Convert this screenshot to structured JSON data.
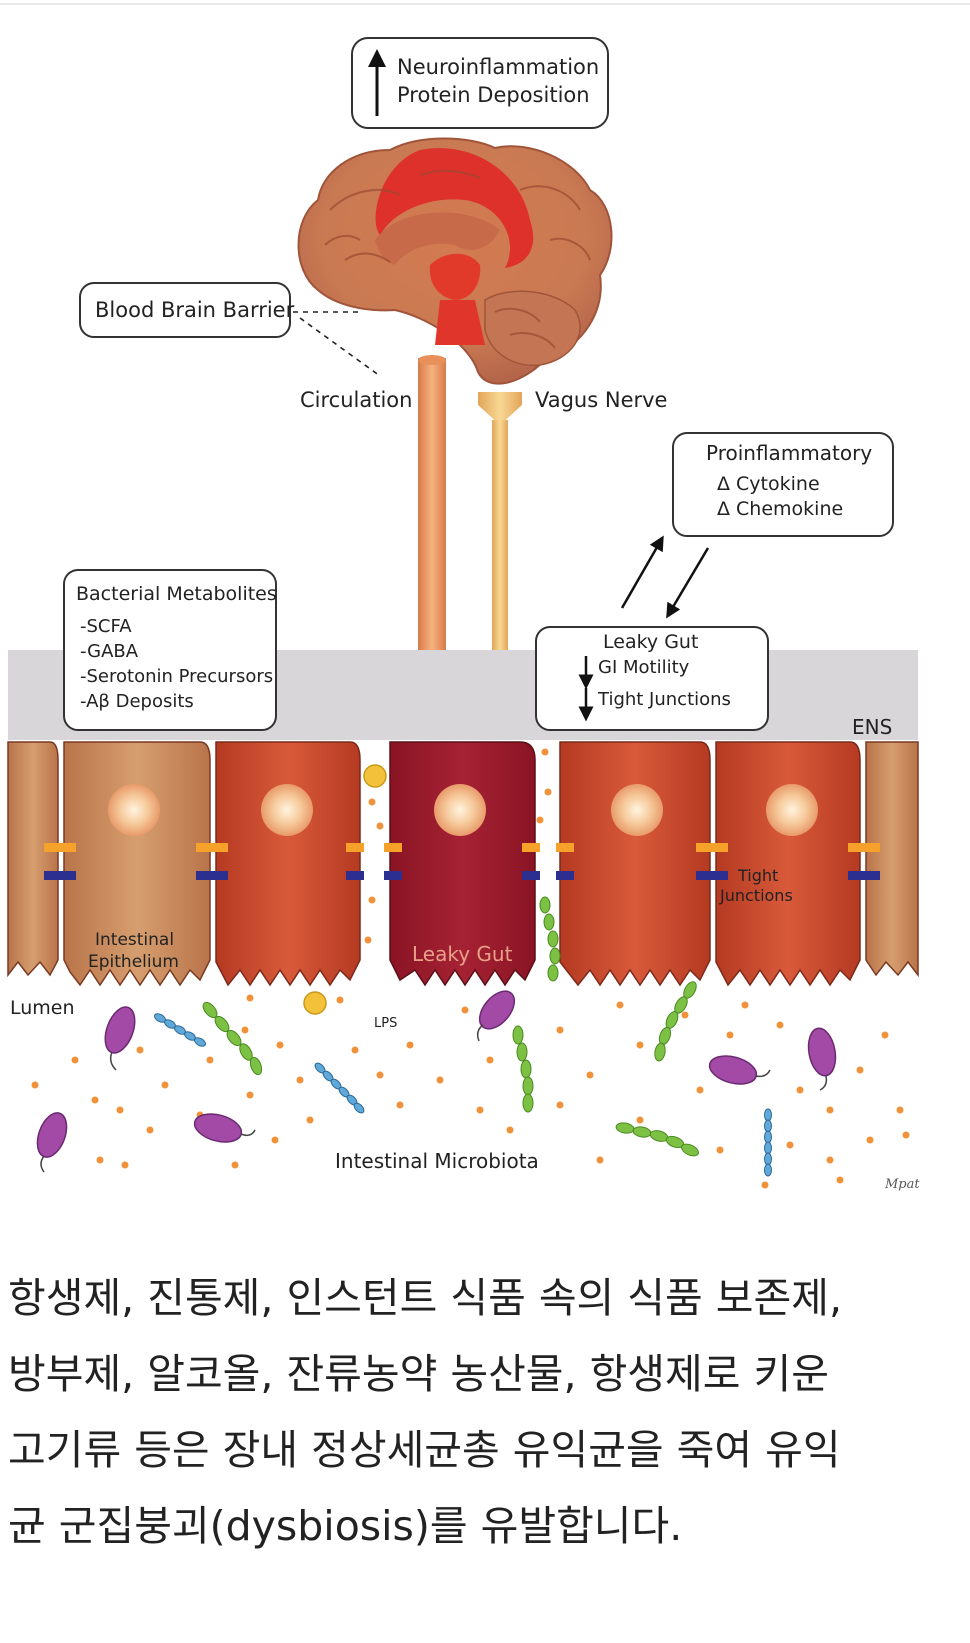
{
  "diagram": {
    "top_box": {
      "line1": "Neuroinflammation",
      "line2": "Protein Deposition"
    },
    "bbb_label": "Blood Brain Barrier",
    "circulation_label": "Circulation",
    "vagus_label": "Vagus Nerve",
    "proinflammatory": {
      "title": "Proinflammatory",
      "line1": "Δ Cytokine",
      "line2": "Δ Chemokine"
    },
    "metabolites": {
      "title": "Bacterial Metabolites",
      "items": [
        "-SCFA",
        "-GABA",
        "-Serotonin Precursors",
        "-Aβ Deposits"
      ]
    },
    "leaky_box": {
      "title": "Leaky Gut",
      "line1": "GI Motility",
      "line2": "Tight Junctions"
    },
    "ens_label": "ENS",
    "epithelium_label": {
      "line1": "Intestinal",
      "line2": "Epithelium"
    },
    "leaky_cell_label": "Leaky Gut",
    "tight_label": {
      "line1": "Tight",
      "line2": "Junctions"
    },
    "lumen_label": "Lumen",
    "lps_label": "LPS",
    "microbiota_label": "Intestinal Microbiota",
    "signature": "Mpat",
    "colors": {
      "cell_red": "#c8432b",
      "cell_tan": "#c98c5c",
      "leaky_cell": "#9b1c2c",
      "ens_band": "#d7d5d8",
      "junction_orange": "#f5a12a",
      "junction_blue": "#2c2f8f",
      "bacteria_purple": "#a24aa6",
      "bacteria_green": "#7cc143",
      "bacteria_blue": "#5fa8d8",
      "dot_orange": "#f0923a"
    }
  },
  "caption": {
    "line1": "항생제, 진통제, 인스턴트 식품 속의 식품 보존제,",
    "line2": "방부제, 알코올, 잔류농약 농산물, 항생제로 키운",
    "line3": "고기류 등은 장내 정상세균총 유익균을 죽여 유익",
    "line4": "균 군집붕괴(dysbiosis)를 유발합니다."
  }
}
